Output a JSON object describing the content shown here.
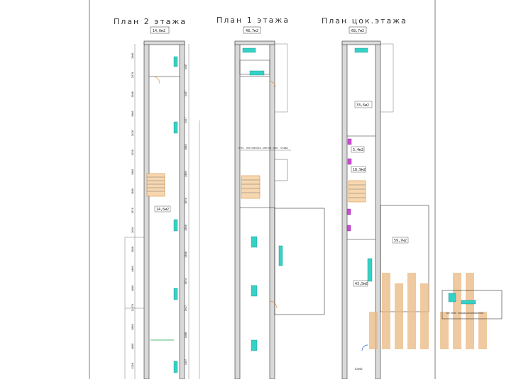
{
  "plans": [
    {
      "id": "floor2",
      "title": "План 2 этажа",
      "top_area": "14,6м2",
      "mid_area": "14,6м2"
    },
    {
      "id": "floor1",
      "title": "План 1 этажа",
      "top_area": "48,7м2",
      "stair_label": "Отм. лестничная клетка отм. этажа"
    },
    {
      "id": "basement",
      "title": "План цок.этажа",
      "top_area": "68,7м2",
      "room_a": "33,6м2",
      "room_b": "5,4м2",
      "room_c": "18,9м2",
      "room_d": "43,5м2",
      "room_e": "59,7м2",
      "bottom_label": "62000"
    }
  ],
  "legend": {
    "label": "система кондиционирования"
  },
  "dims_left": [
    "2000",
    "1870",
    "3000",
    "3000",
    "1620",
    "2630",
    "3000",
    "3000",
    "1870",
    "2630",
    "3000",
    "4000",
    "4000",
    "11470",
    "5000",
    "4000",
    "6200"
  ],
  "dims_right": [
    "3497",
    "3497",
    "2927",
    "2808",
    "2800",
    "3074",
    "2800",
    "2800",
    "3074",
    "2927",
    "2800",
    "3497"
  ]
}
